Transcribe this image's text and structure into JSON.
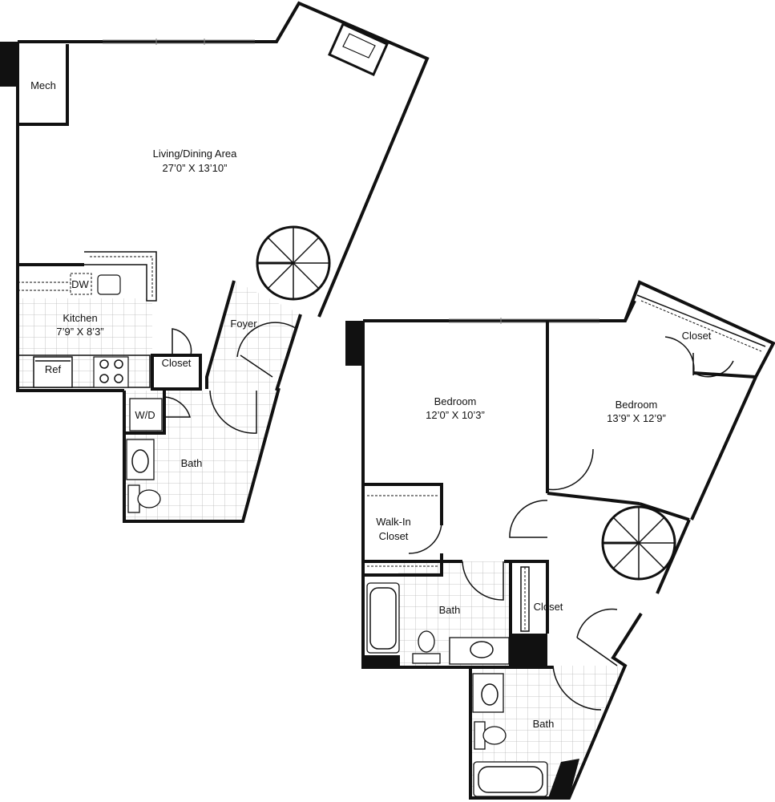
{
  "floor_plan": {
    "lower_level": {
      "mech": "Mech",
      "living": {
        "name": "Living/Dining Area",
        "dims": "27’0” X 13’10”"
      },
      "dw": "DW",
      "kitchen": {
        "name": "Kitchen",
        "dims": "7’9” X 8’3”"
      },
      "ref": "Ref",
      "closet": "Closet",
      "foyer": "Foyer",
      "wd": "W/D",
      "bath": "Bath"
    },
    "upper_level": {
      "bedroom1": {
        "name": "Bedroom",
        "dims": "12’0” X 10’3”"
      },
      "bedroom2": {
        "name": "Bedroom",
        "dims": "13’9” X 12’9”"
      },
      "closet_top": "Closet",
      "walkin_line1": "Walk-In",
      "walkin_line2": "Closet",
      "bath_center": "Bath",
      "closet_hall": "Closet",
      "bath_bottom": "Bath"
    }
  }
}
